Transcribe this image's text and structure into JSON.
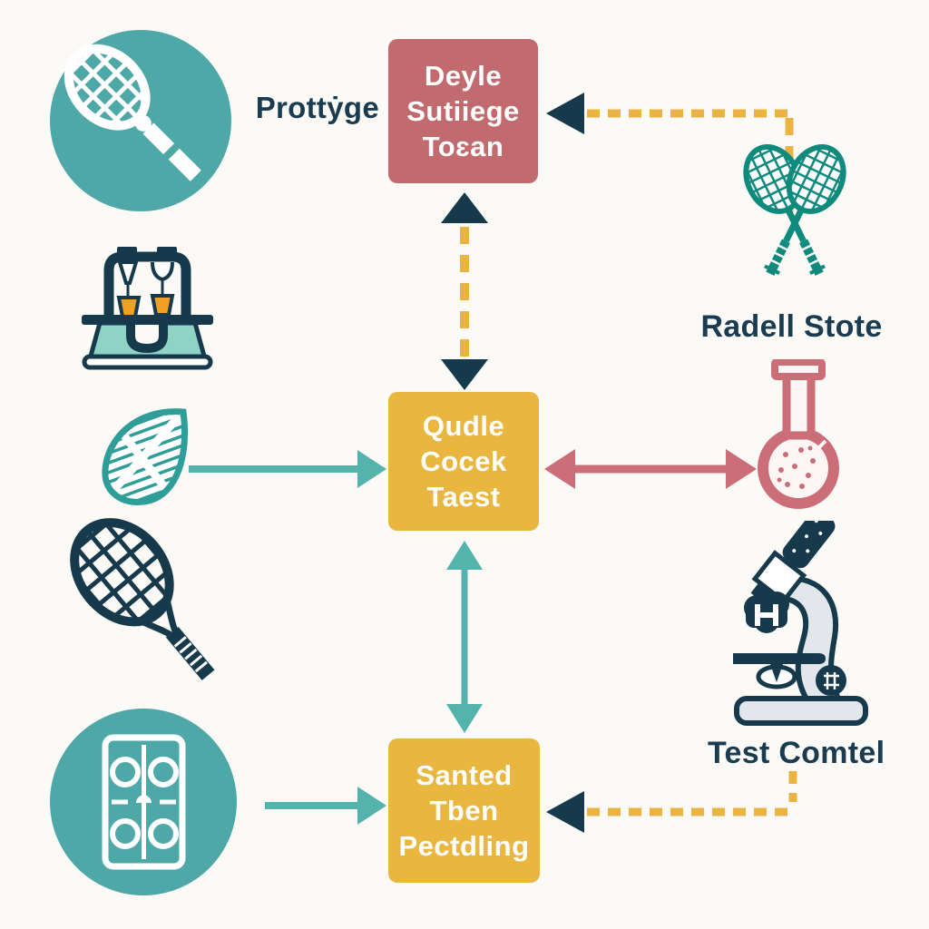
{
  "diagram": {
    "background": "#fbfaf7",
    "boxes": {
      "top_box": {
        "lines": [
          "Deyle",
          "Sutiiege",
          "Toɛan"
        ],
        "color": "#c26b6e"
      },
      "middle_box": {
        "lines": [
          "Qudle",
          "Cocek",
          "Taest"
        ],
        "color": "#e9b640"
      },
      "bottom_box": {
        "lines": [
          "Santed",
          "Tben",
          "Pectdling"
        ],
        "color": "#e9b640"
      }
    },
    "labels": {
      "prototype": "Prottẏge",
      "radell_stote": "Radell Stote",
      "test_comtel": "Test Comtel"
    },
    "icons": {
      "top_left": "tennis-racket-in-teal-circle-icon",
      "machine": "testing-machine-icon",
      "shuttle": "shuttlecock-head-icon",
      "dark_racket": "tennis-racket-icon",
      "court": "court-diagram-in-teal-circle-icon",
      "crossed": "crossed-rackets-icon",
      "flask": "round-flask-icon",
      "microscope": "microscope-icon"
    },
    "colors": {
      "teal_fill": "#4fa8a8",
      "teal_arrow": "#55b3ae",
      "teal_outline": "#0f8a7d",
      "navy": "#17394c",
      "rose_box": "#c26b6e",
      "rose_arrow": "#cb6e78",
      "yellow_box": "#e9b640",
      "yellow_dash": "#eab342",
      "orange": "#f0a125"
    }
  }
}
